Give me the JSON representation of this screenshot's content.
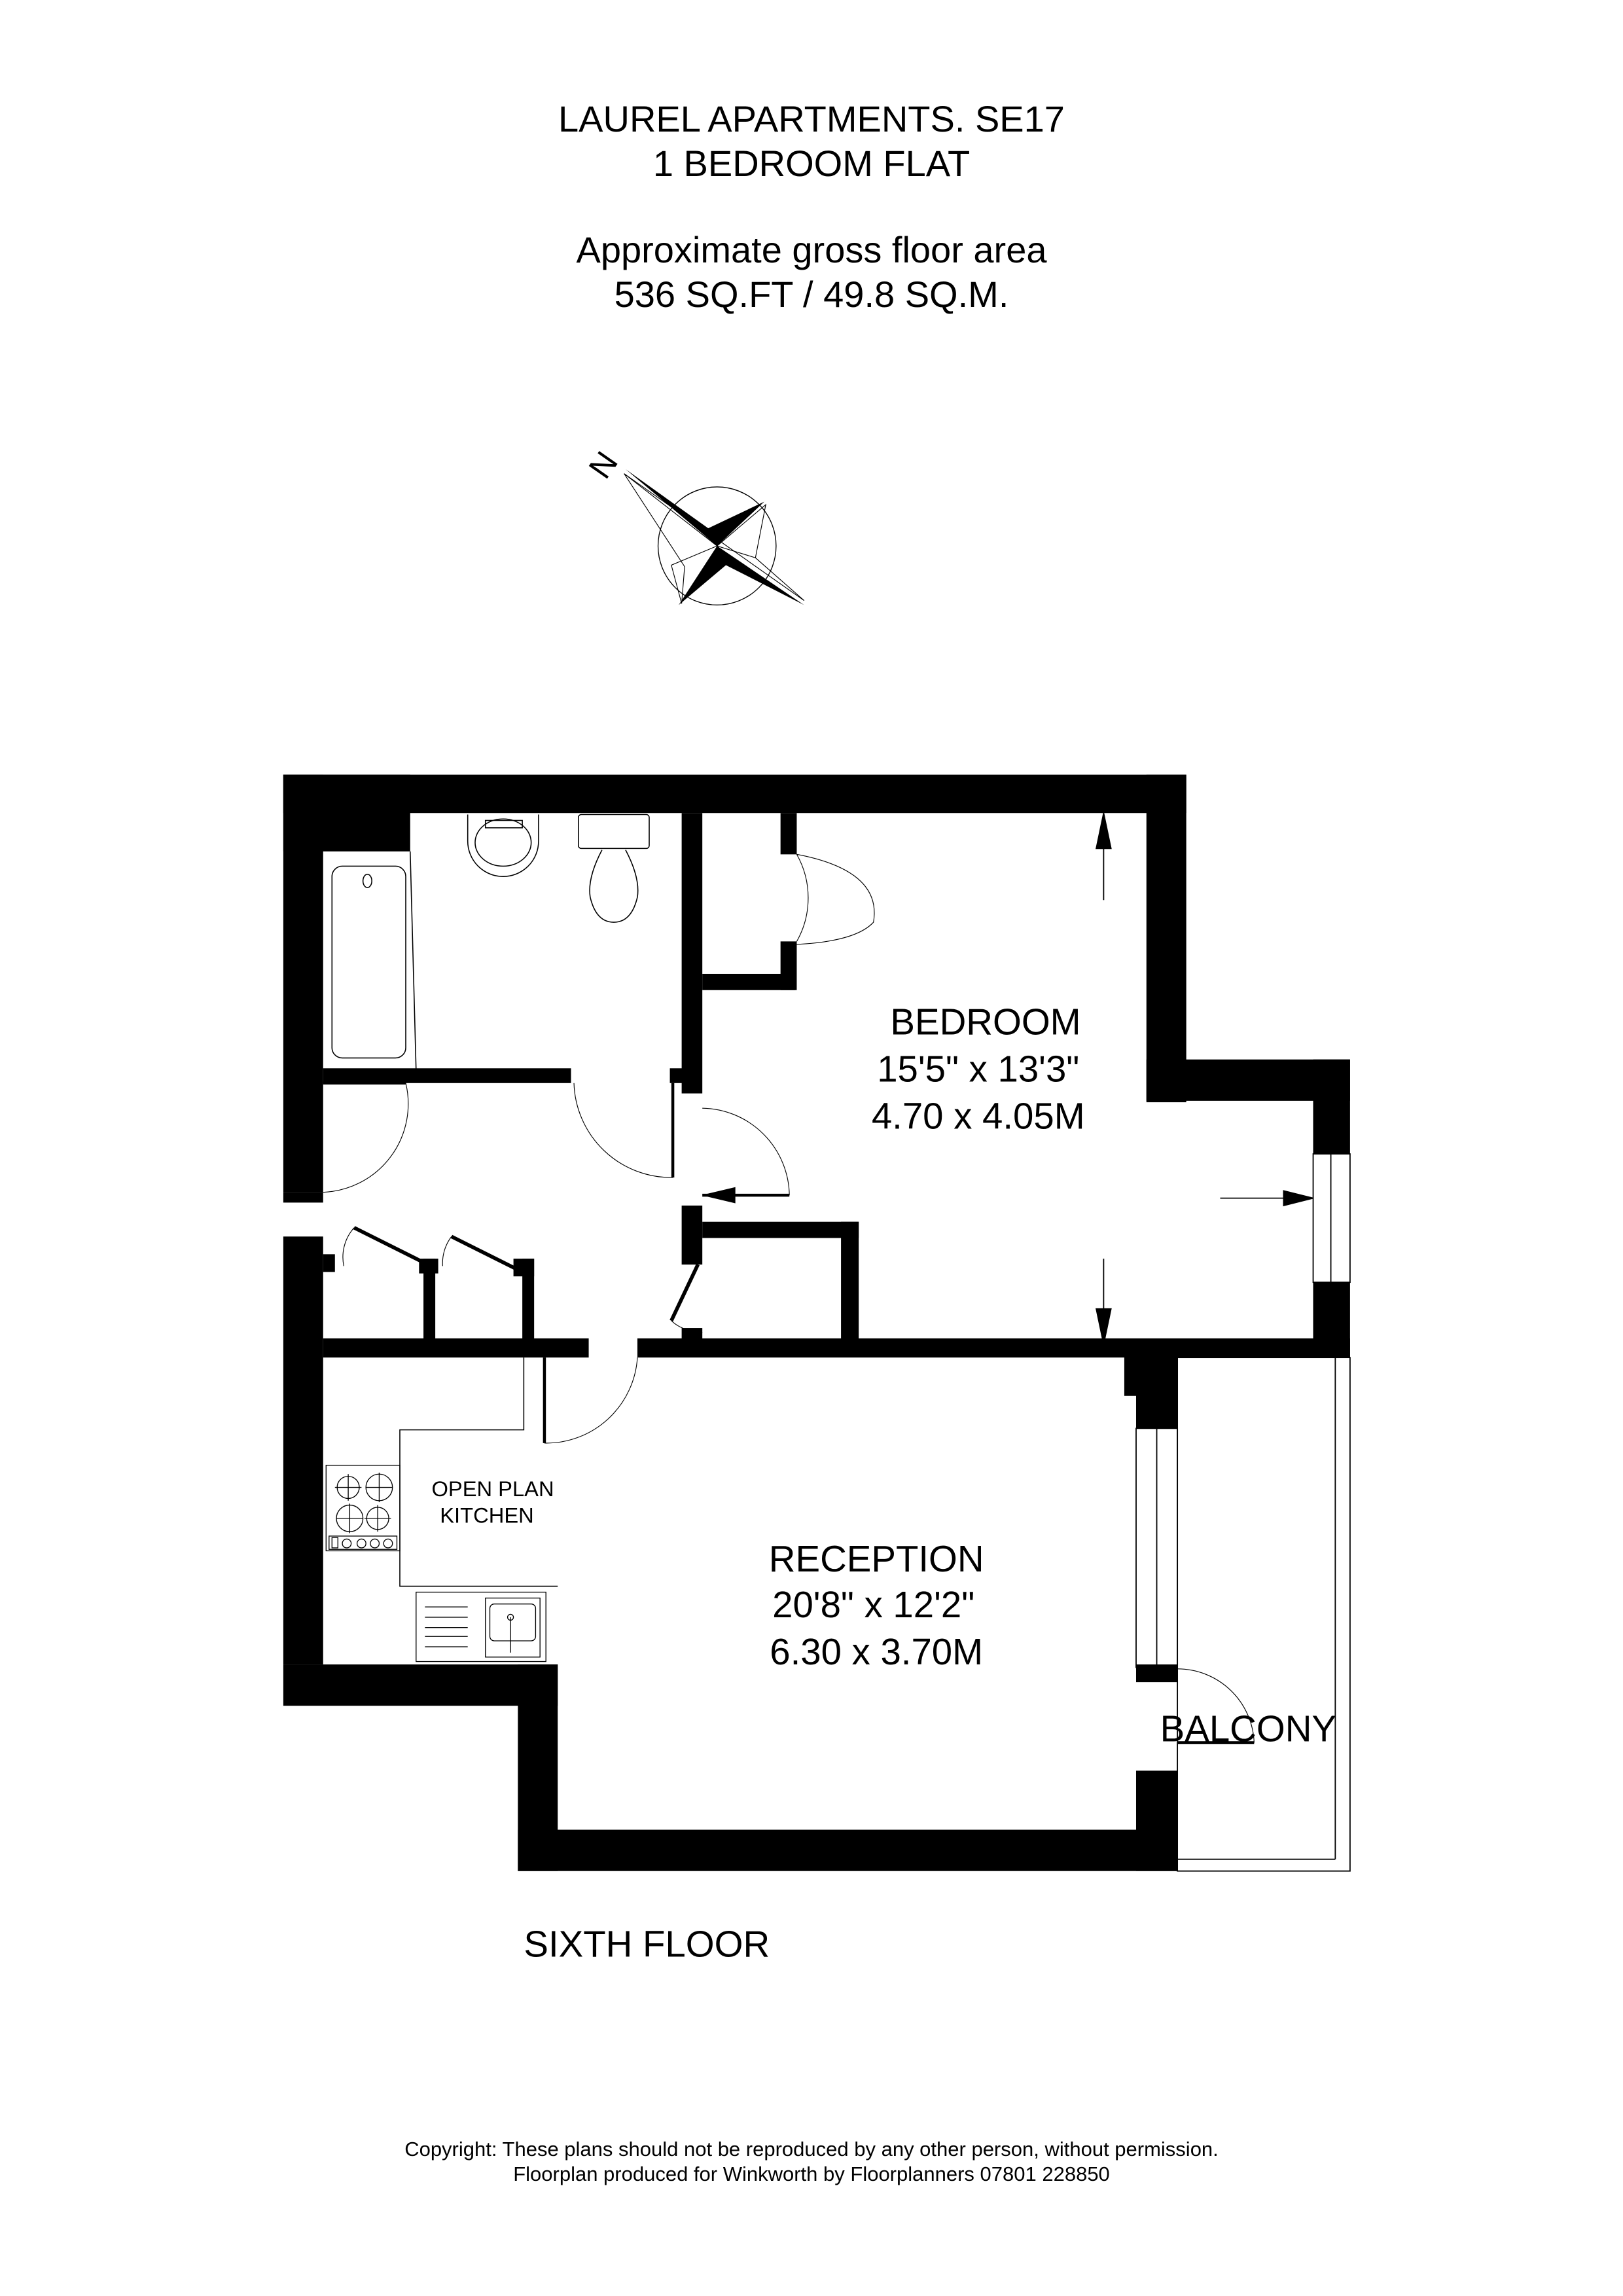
{
  "header": {
    "title": "LAUREL APARTMENTS. SE17",
    "subtitle": "1 BEDROOM FLAT",
    "area_label": "Approximate gross floor area",
    "area_value": "536 SQ.FT / 49.8 SQ.M."
  },
  "compass": {
    "icon": "north-compass-icon",
    "label": "N"
  },
  "rooms": [
    {
      "name": "BEDROOM",
      "imperial": "15'5\" x 13'3\"",
      "metric": "4.70 x 4.05M"
    },
    {
      "name": "OPEN PLAN",
      "name2": "KITCHEN"
    },
    {
      "name": "RECEPTION",
      "imperial": "20'8\" x 12'2\"",
      "metric": "6.30 x 3.70M"
    },
    {
      "name": "BALCONY"
    }
  ],
  "floor_label": "SIXTH FLOOR",
  "footer": {
    "copyright": "Copyright: These plans should not be reproduced by any other person, without permission.",
    "credit": "Floorplan produced for Winkworth by Floorplanners 07801 228850"
  },
  "colors": {
    "wall": "#000000",
    "background": "#ffffff"
  }
}
